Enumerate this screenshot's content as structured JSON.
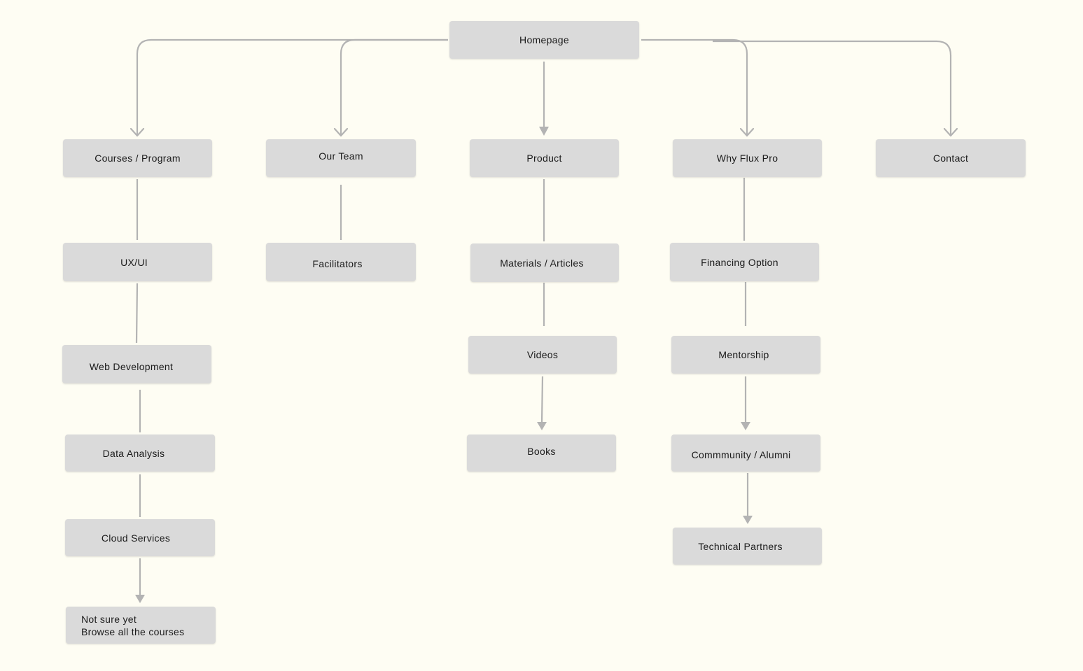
{
  "sitemap": {
    "homepage": "Homepage",
    "branches": {
      "courses": {
        "label": "Courses / Program",
        "children": [
          "UX/UI",
          "Web Development",
          "Data Analysis",
          "Cloud Services"
        ],
        "last_line1": "Not sure yet",
        "last_line2": "Browse all the courses"
      },
      "team": {
        "label": "Our Team",
        "children": [
          "Facilitators"
        ]
      },
      "product": {
        "label": "Product",
        "children": [
          "Materials / Articles",
          "Videos",
          "Books"
        ]
      },
      "why": {
        "label": "Why Flux Pro",
        "children": [
          "Financing Option",
          "Mentorship",
          "Commmunity / Alumni",
          "Technical Partners"
        ]
      },
      "contact": {
        "label": "Contact"
      }
    }
  },
  "colors": {
    "background": "#fefdf3",
    "node_fill": "#dadada",
    "connector": "#b3b3b3",
    "text": "#1b1b1b"
  }
}
